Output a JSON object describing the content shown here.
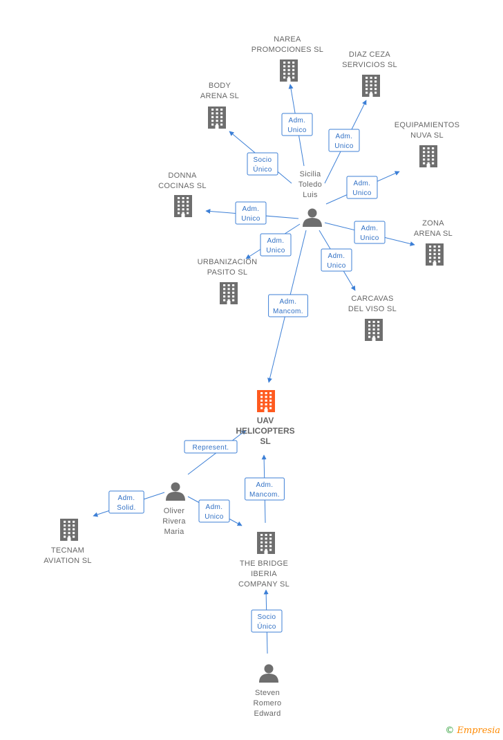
{
  "colors": {
    "edge": "#3c7fd6",
    "node_default": "#6e6e6e",
    "node_focus": "#ff5a1f"
  },
  "nodes": [
    {
      "id": "narea",
      "type": "company",
      "lines": [
        "NAREA",
        "PROMOCIONES SL"
      ]
    },
    {
      "id": "diaz",
      "type": "company",
      "lines": [
        "DIAZ CEZA",
        "SERVICIOS SL"
      ]
    },
    {
      "id": "body",
      "type": "company",
      "lines": [
        "BODY",
        "ARENA  SL"
      ]
    },
    {
      "id": "equip",
      "type": "company",
      "lines": [
        "EQUIPAMIENTOS",
        "NUVA SL"
      ]
    },
    {
      "id": "donna",
      "type": "company",
      "lines": [
        "DONNA",
        "COCINAS SL"
      ]
    },
    {
      "id": "zona",
      "type": "company",
      "lines": [
        "ZONA",
        "ARENA SL"
      ]
    },
    {
      "id": "urban",
      "type": "company",
      "lines": [
        "URBANIZACION",
        "PASITO SL"
      ]
    },
    {
      "id": "carcavas",
      "type": "company",
      "lines": [
        "CARCAVAS",
        "DEL VISO SL"
      ]
    },
    {
      "id": "sicilia",
      "type": "person",
      "lines": [
        "Sicilia",
        "Toledo",
        "Luis"
      ]
    },
    {
      "id": "uav",
      "type": "company",
      "focus": true,
      "lines": [
        "UAV",
        "HELICOPTERS",
        "SL"
      ]
    },
    {
      "id": "oliver",
      "type": "person",
      "lines": [
        "Oliver",
        "Rivera",
        "Maria"
      ]
    },
    {
      "id": "tecnam",
      "type": "company",
      "lines": [
        "TECNAM",
        "AVIATION SL"
      ]
    },
    {
      "id": "bridge",
      "type": "company",
      "lines": [
        "THE BRIDGE",
        "IBERIA",
        "COMPANY SL"
      ]
    },
    {
      "id": "steven",
      "type": "person",
      "lines": [
        "Steven",
        "Romero",
        "Edward"
      ]
    }
  ],
  "edges": [
    {
      "from": "sicilia",
      "to": "narea",
      "label": [
        "Adm.",
        "Unico"
      ]
    },
    {
      "from": "sicilia",
      "to": "diaz",
      "label": [
        "Adm.",
        "Unico"
      ]
    },
    {
      "from": "sicilia",
      "to": "body",
      "label": [
        "Socio",
        "Único"
      ]
    },
    {
      "from": "sicilia",
      "to": "equip",
      "label": [
        "Adm.",
        "Unico"
      ]
    },
    {
      "from": "sicilia",
      "to": "donna",
      "label": [
        "Adm.",
        "Unico"
      ]
    },
    {
      "from": "sicilia",
      "to": "zona",
      "label": [
        "Adm.",
        "Unico"
      ]
    },
    {
      "from": "sicilia",
      "to": "urban",
      "label": [
        "Adm.",
        "Unico"
      ]
    },
    {
      "from": "sicilia",
      "to": "carcavas",
      "label": [
        "Adm.",
        "Unico"
      ]
    },
    {
      "from": "sicilia",
      "to": "uav",
      "label": [
        "Adm.",
        "Mancom."
      ]
    },
    {
      "from": "oliver",
      "to": "uav",
      "label": [
        "Represent."
      ]
    },
    {
      "from": "oliver",
      "to": "tecnam",
      "label": [
        "Adm.",
        "Solid."
      ]
    },
    {
      "from": "oliver",
      "to": "bridge",
      "label": [
        "Adm.",
        "Unico"
      ]
    },
    {
      "from": "bridge",
      "to": "uav",
      "label": [
        "Adm.",
        "Mancom."
      ]
    },
    {
      "from": "steven",
      "to": "bridge",
      "label": [
        "Socio",
        "Único"
      ]
    }
  ],
  "footer": {
    "copyright": "©",
    "brand": "Empresia"
  }
}
